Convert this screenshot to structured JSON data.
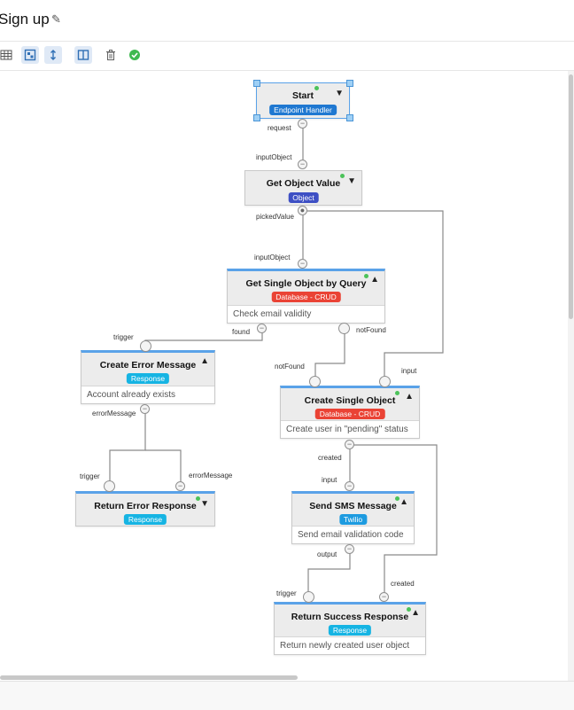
{
  "header": {
    "title": "Sign up"
  },
  "toolbar": {
    "status_icon": "check-circle-icon"
  },
  "nodes": {
    "start": {
      "title": "Start",
      "tag": "Endpoint Handler"
    },
    "get_object_value": {
      "title": "Get Object Value",
      "tag": "Object"
    },
    "get_single_object": {
      "title": "Get Single Object by Query",
      "tag": "Database - CRUD",
      "desc": "Check email validity"
    },
    "create_error": {
      "title": "Create Error Message",
      "tag": "Response",
      "desc": "Account already exists"
    },
    "create_single": {
      "title": "Create Single Object",
      "tag": "Database - CRUD",
      "desc": "Create user in \"pending\" status"
    },
    "return_error": {
      "title": "Return Error Response",
      "tag": "Response"
    },
    "send_sms": {
      "title": "Send SMS Message",
      "tag": "Twilio",
      "desc": "Send email validation code"
    },
    "return_success": {
      "title": "Return Success Response",
      "tag": "Response",
      "desc": "Return newly created user object"
    }
  },
  "ports": {
    "request": "request",
    "inputObject1": "inputObject",
    "pickedValue": "pickedValue",
    "inputObject2": "inputObject",
    "trigger1": "trigger",
    "found": "found",
    "notFound1": "notFound",
    "notFound2": "notFound",
    "input1": "input",
    "errorMessage1": "errorMessage",
    "trigger2": "trigger",
    "errorMessage2": "errorMessage",
    "created1": "created",
    "input2": "input",
    "output": "output",
    "trigger3": "trigger",
    "created2": "created"
  },
  "colors": {
    "endpoint": "#1f78d1",
    "object": "#3d4fc4",
    "database": "#ea4335",
    "response": "#16b4e3",
    "twilio": "#1d9be0",
    "accent": "#5aa2e8",
    "status_ok": "#3fb950"
  }
}
